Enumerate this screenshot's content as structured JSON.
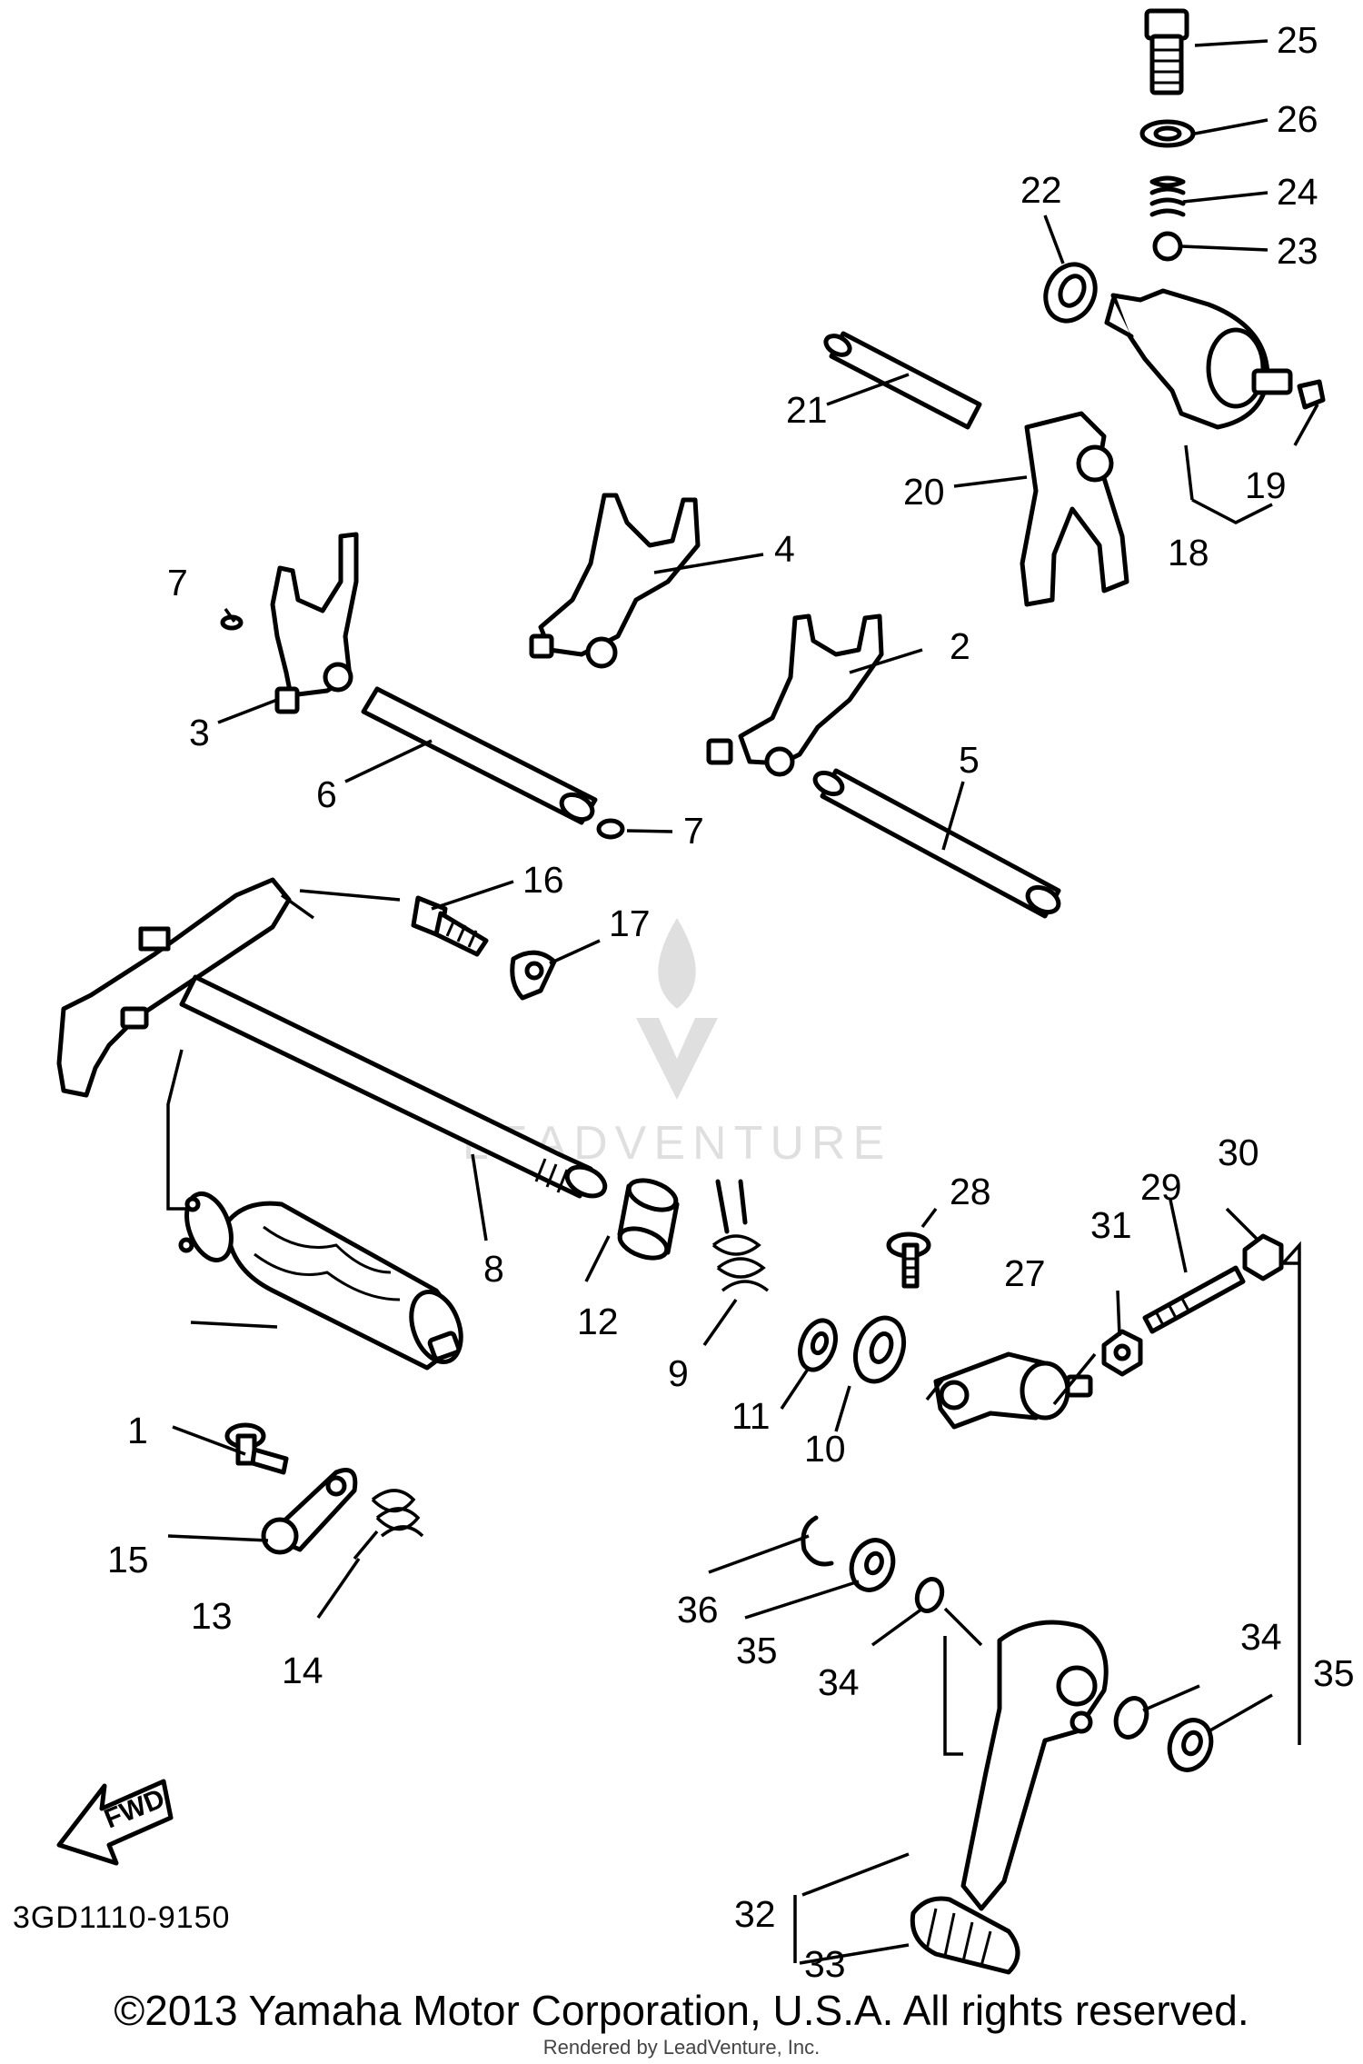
{
  "parts": [
    {
      "id": "25",
      "label": "25"
    },
    {
      "id": "26",
      "label": "26"
    },
    {
      "id": "24",
      "label": "24"
    },
    {
      "id": "23",
      "label": "23"
    },
    {
      "id": "22",
      "label": "22"
    },
    {
      "id": "21",
      "label": "21"
    },
    {
      "id": "20",
      "label": "20"
    },
    {
      "id": "19",
      "label": "19"
    },
    {
      "id": "18",
      "label": "18"
    },
    {
      "id": "4",
      "label": "4"
    },
    {
      "id": "7a",
      "label": "7"
    },
    {
      "id": "2",
      "label": "2"
    },
    {
      "id": "3",
      "label": "3"
    },
    {
      "id": "5",
      "label": "5"
    },
    {
      "id": "6",
      "label": "6"
    },
    {
      "id": "7b",
      "label": "7"
    },
    {
      "id": "16",
      "label": "16"
    },
    {
      "id": "17",
      "label": "17"
    },
    {
      "id": "8",
      "label": "8"
    },
    {
      "id": "28",
      "label": "28"
    },
    {
      "id": "30",
      "label": "30"
    },
    {
      "id": "29",
      "label": "29"
    },
    {
      "id": "31",
      "label": "31"
    },
    {
      "id": "27",
      "label": "27"
    },
    {
      "id": "12",
      "label": "12"
    },
    {
      "id": "9",
      "label": "9"
    },
    {
      "id": "11",
      "label": "11"
    },
    {
      "id": "10",
      "label": "10"
    },
    {
      "id": "1",
      "label": "1"
    },
    {
      "id": "15",
      "label": "15"
    },
    {
      "id": "13",
      "label": "13"
    },
    {
      "id": "14",
      "label": "14"
    },
    {
      "id": "36",
      "label": "36"
    },
    {
      "id": "35a",
      "label": "35"
    },
    {
      "id": "34a",
      "label": "34"
    },
    {
      "id": "34b",
      "label": "34"
    },
    {
      "id": "35b",
      "label": "35"
    },
    {
      "id": "32",
      "label": "32"
    },
    {
      "id": "33",
      "label": "33"
    }
  ],
  "fwd_label": "FWD",
  "drawing_code": "3GD1110-9150",
  "copyright": "©2013 Yamaha Motor Corporation, U.S.A. All rights reserved.",
  "rendered_by": "Rendered by LeadVenture, Inc.",
  "watermark": "LEADVENTURE"
}
